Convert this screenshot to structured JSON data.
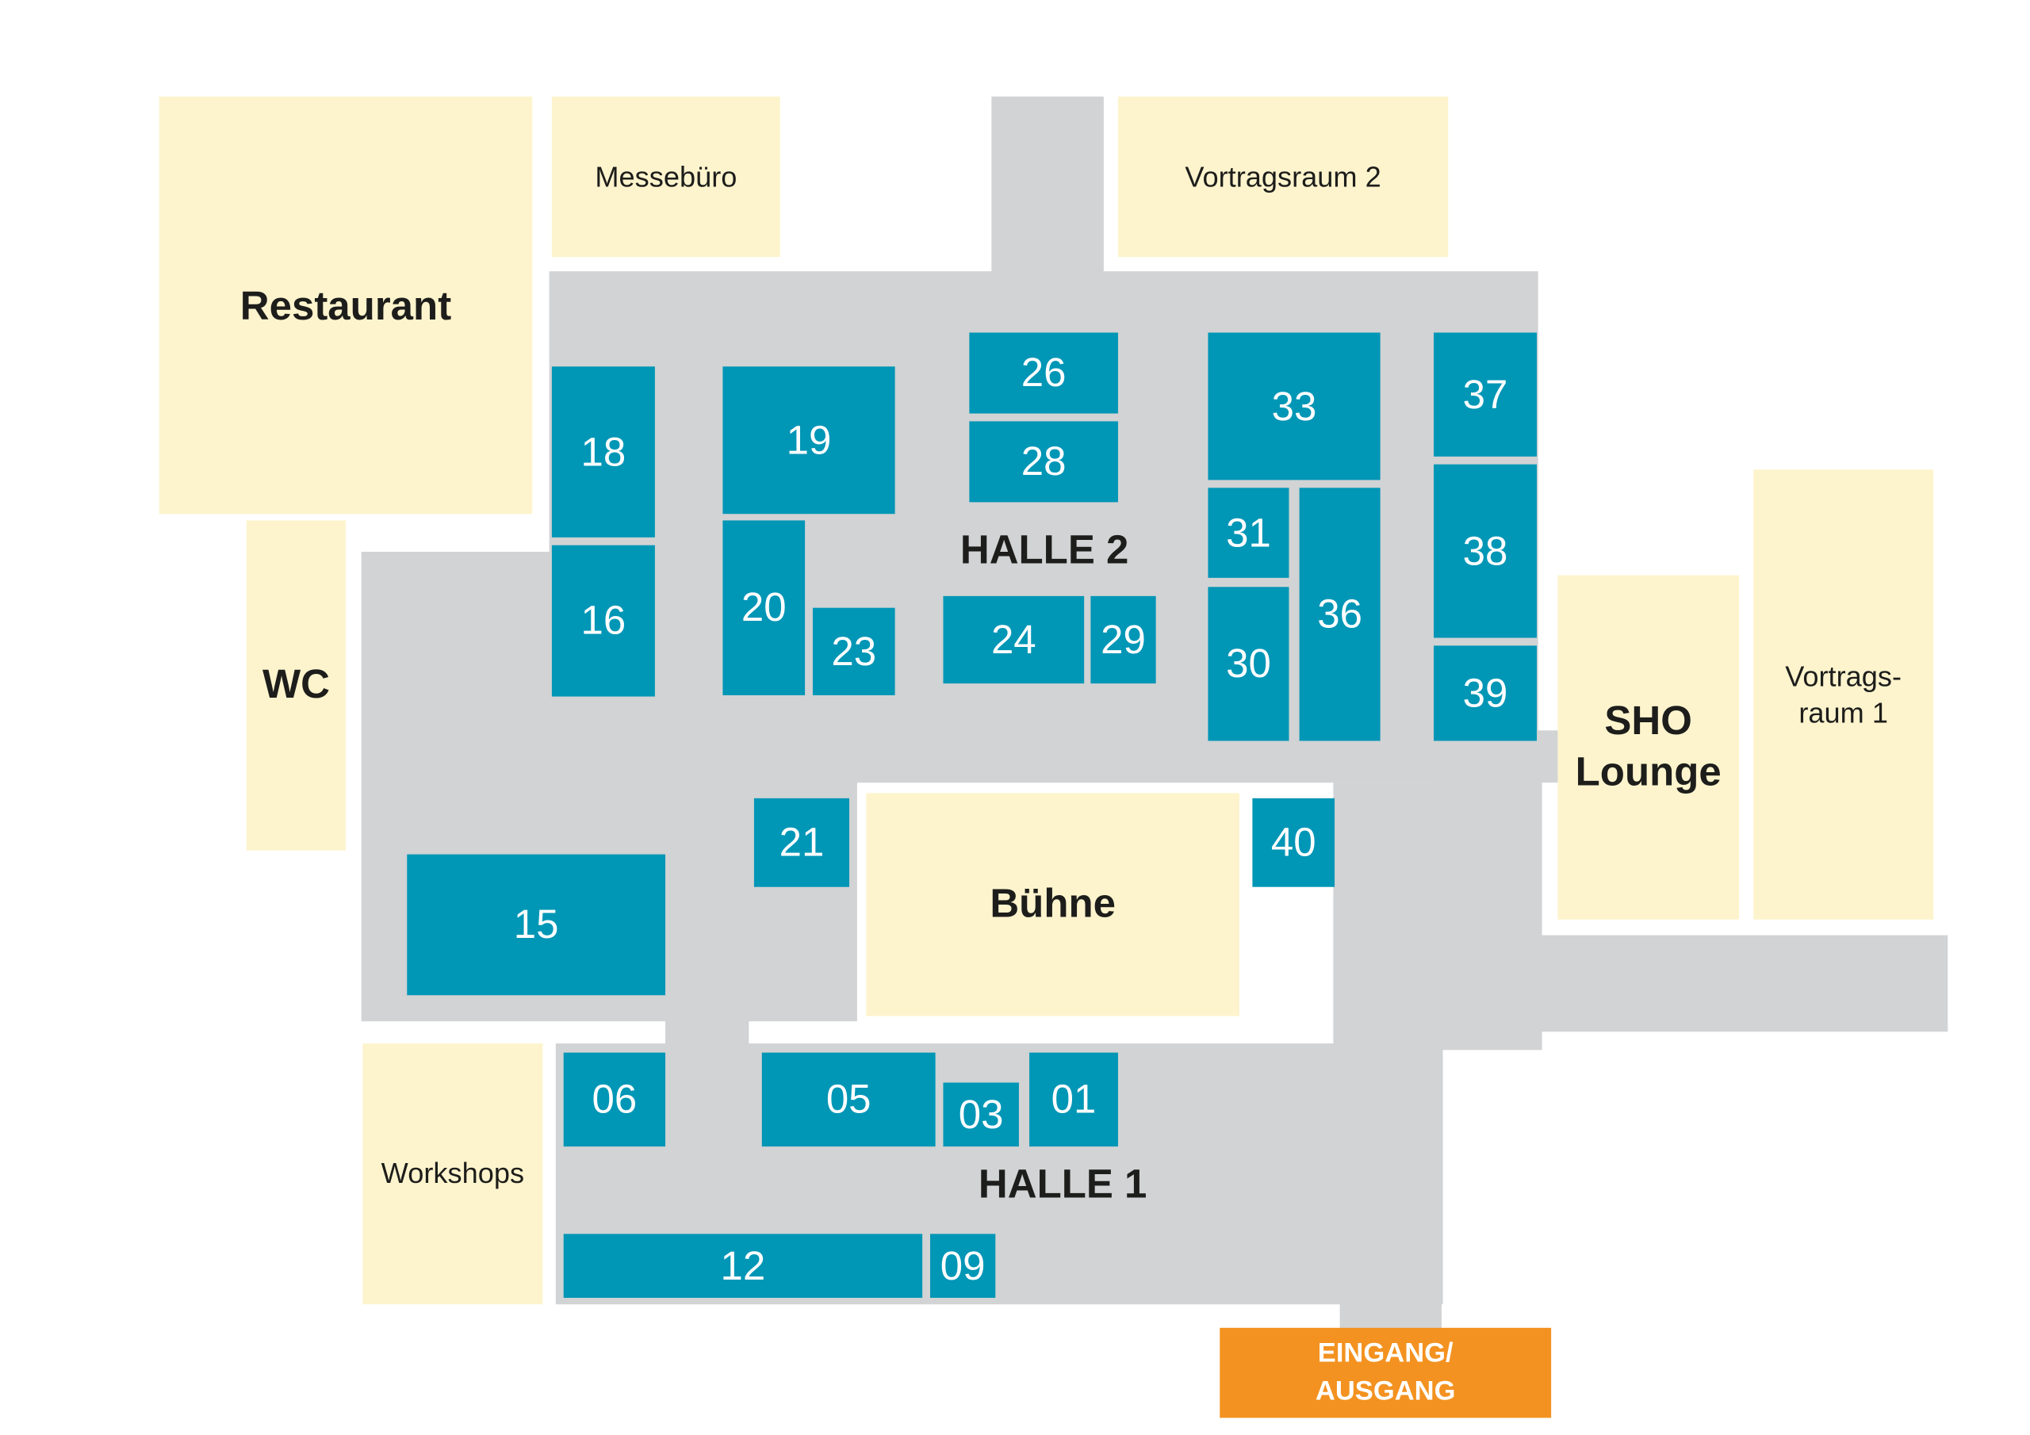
{
  "colors": {
    "booth": "#0096b6",
    "aisle": "#d1d3d4",
    "room": "#fdf4cd",
    "entrance": "#f39220",
    "text": "#1d1d1b"
  },
  "rooms": {
    "restaurant": "Restaurant",
    "messebuero": "Messebüro",
    "vortragsraum2": "Vortragsraum 2",
    "wc": "WC",
    "buehne": "Bühne",
    "sho_lounge": "SHO\nLounge",
    "vortragsraum1": "Vortrags-\nraum 1",
    "workshops": "Workshops"
  },
  "halls": {
    "halle2": "HALLE 2",
    "halle1": "HALLE 1"
  },
  "entrance": "EINGANG/\nAUSGANG",
  "booths": {
    "b01": "01",
    "b03": "03",
    "b05": "05",
    "b06": "06",
    "b09": "09",
    "b12": "12",
    "b15": "15",
    "b16": "16",
    "b18": "18",
    "b19": "19",
    "b20": "20",
    "b21": "21",
    "b23": "23",
    "b24": "24",
    "b26": "26",
    "b28": "28",
    "b29": "29",
    "b30": "30",
    "b31": "31",
    "b33": "33",
    "b36": "36",
    "b37": "37",
    "b38": "38",
    "b39": "39",
    "b40": "40"
  }
}
